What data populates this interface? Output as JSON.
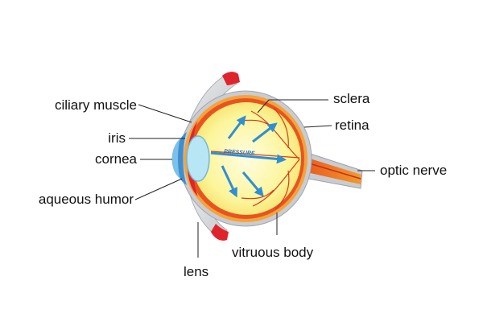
{
  "labels": {
    "ciliary_muscle": "ciliary muscle",
    "iris": "iris",
    "cornea": "cornea",
    "aqueous_humor": "aqueous humor",
    "lens": "lens",
    "sclera": "sclera",
    "retina": "retina",
    "optic_nerve": "optic nerve",
    "vitreous_body": "vitruous body",
    "pressure": "PRESSURE"
  },
  "colors": {
    "sclera": "#c9ccd0",
    "retina": "#e8541f",
    "vitreous": "#fbf28a",
    "vitreous_inner": "#fffbc8",
    "lens": "#b9e6f5",
    "cornea": "#3f8fcf",
    "muscle_red": "#e0242b",
    "arrow": "#2f8fd2",
    "leader": "#222222"
  }
}
